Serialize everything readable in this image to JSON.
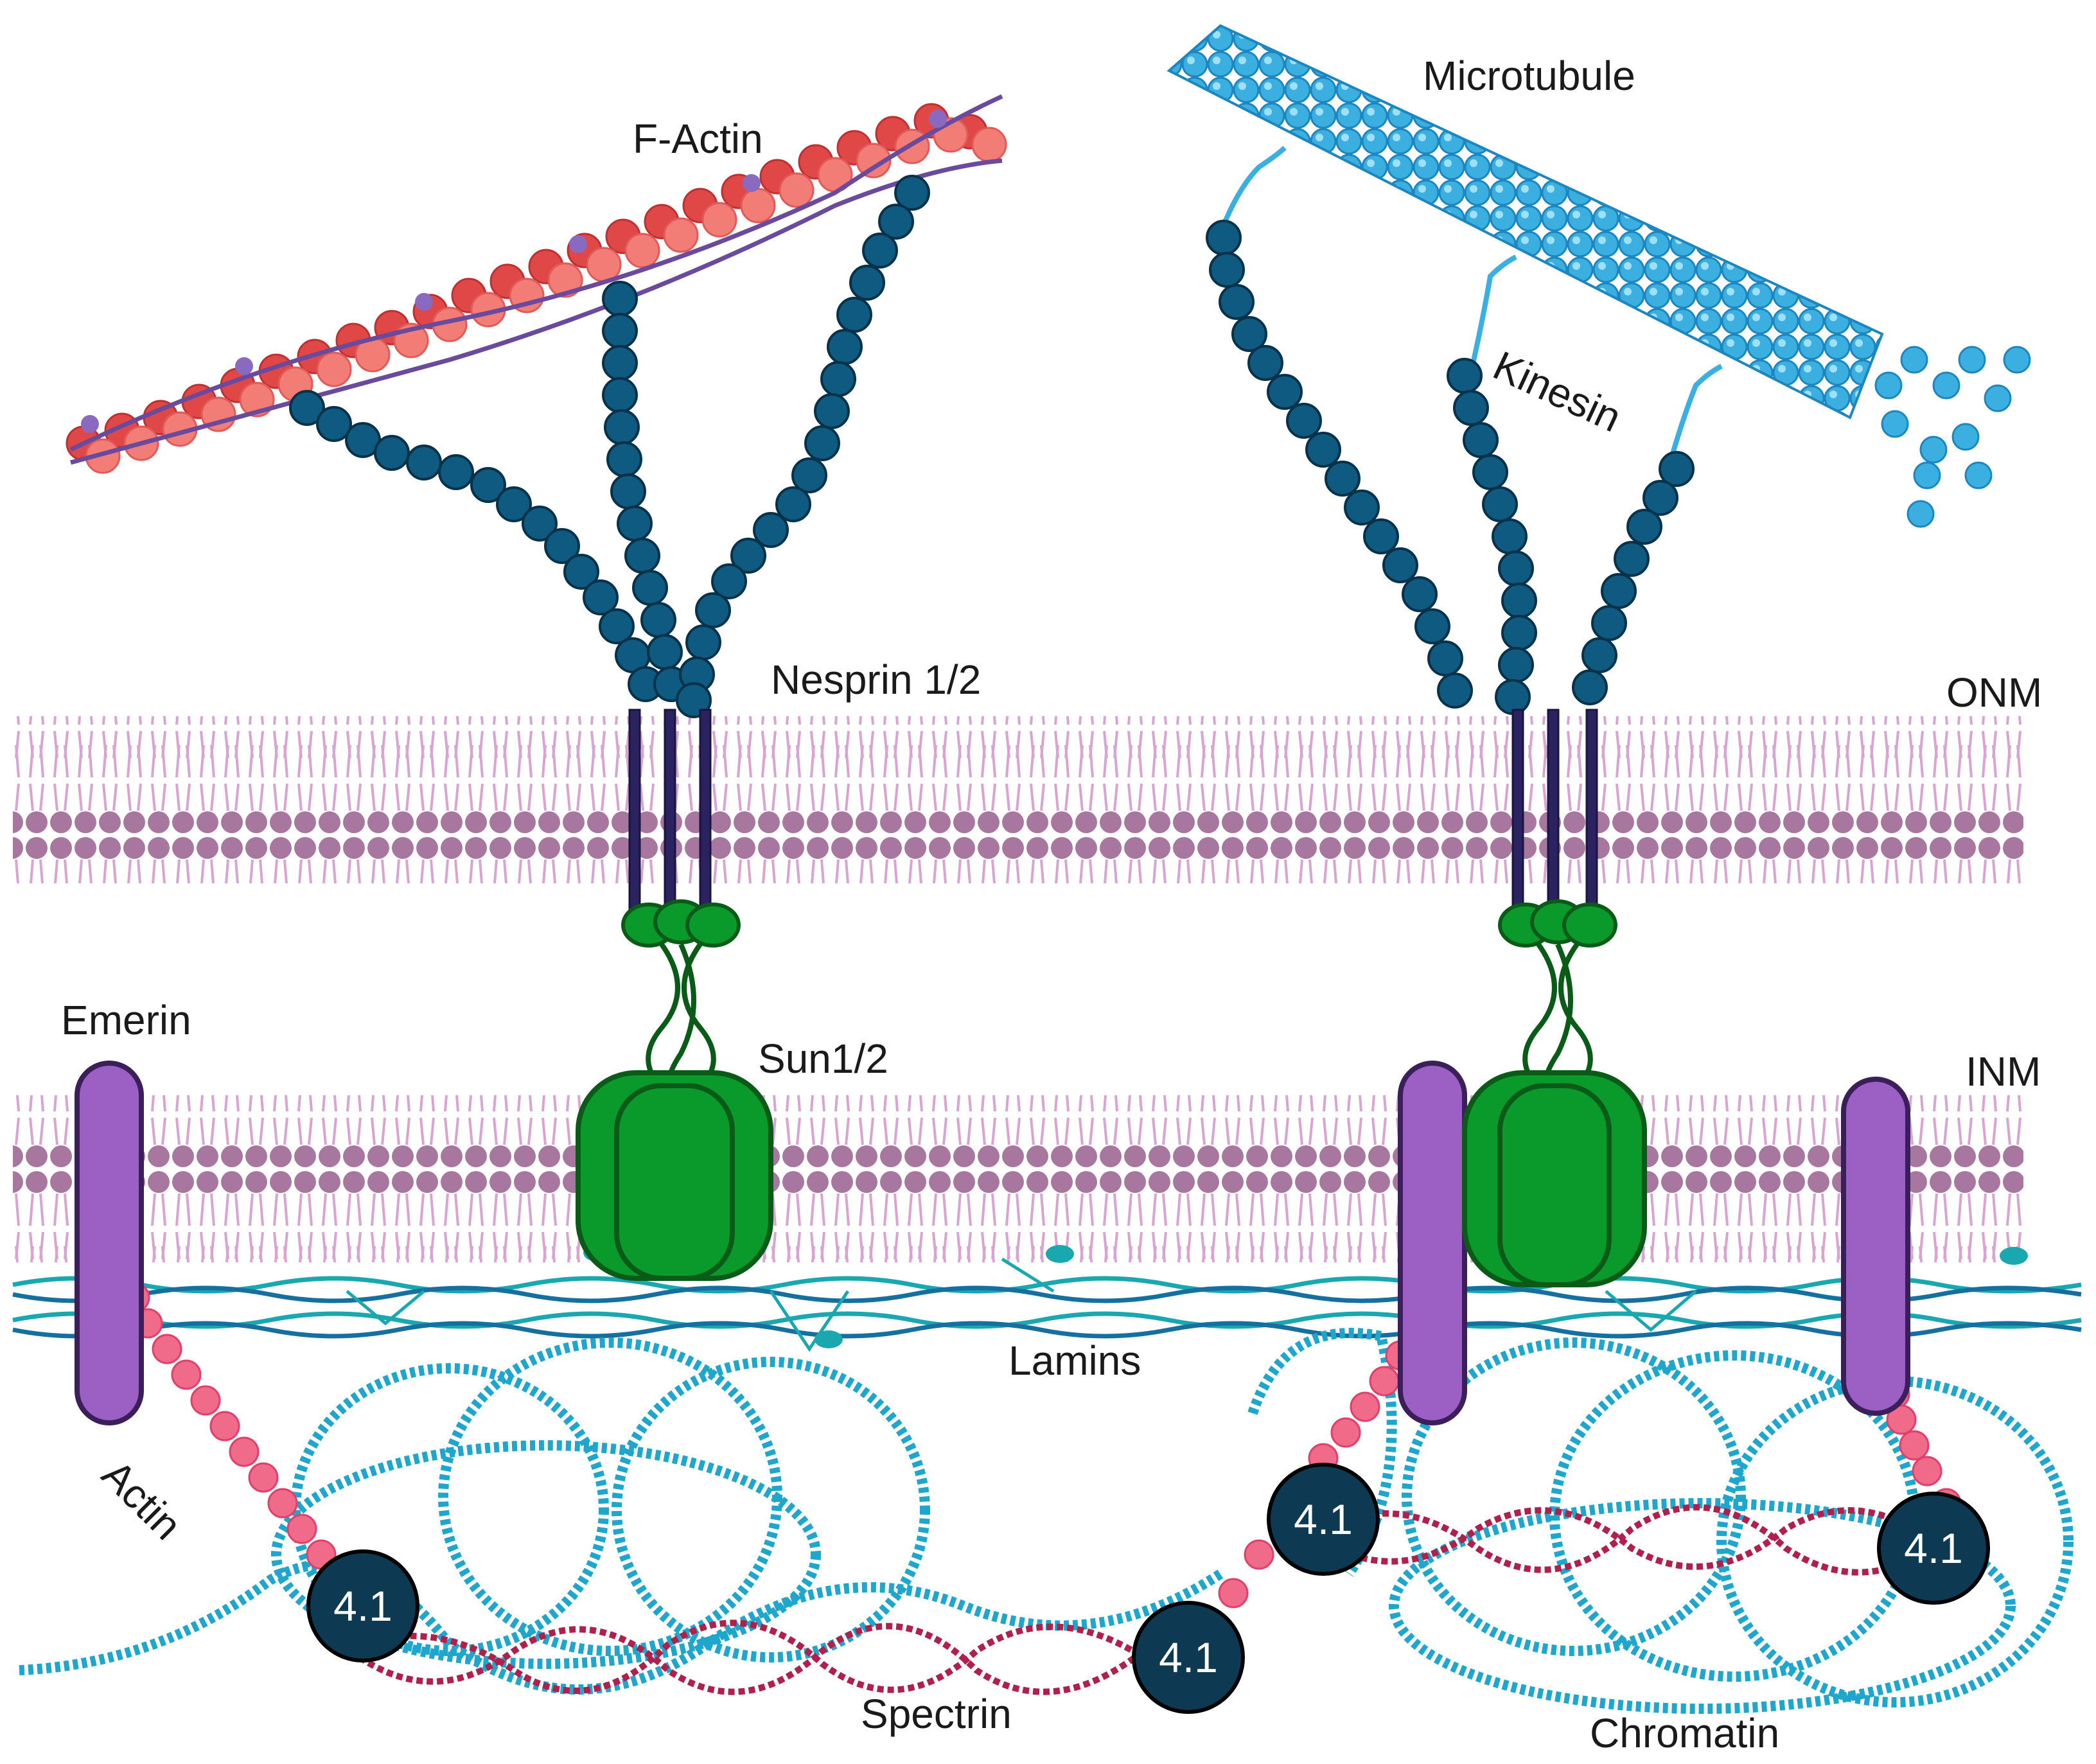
{
  "labels": {
    "f_actin": "F-Actin",
    "microtubule": "Microtubule",
    "kinesin": "Kinesin",
    "nesprin": "Nesprin 1/2",
    "onm": "ONM",
    "emerin": "Emerin",
    "sun": "Sun1/2",
    "inm": "INM",
    "lamins": "Lamins",
    "actin": "Actin",
    "spectrin": "Spectrin",
    "chromatin": "Chromatin",
    "protein_41": "4.1"
  },
  "colors": {
    "background": "#ffffff",
    "f_actin_dark": "#e04848",
    "f_actin_light": "#f27c76",
    "tropomyosin": "#6a4a9c",
    "nesprin": "#0f5a80",
    "nesprin_tm": "#2b2260",
    "sun": "#0a9a2c",
    "sun_outline": "#0a5a18",
    "membrane_head": "#a8779f",
    "membrane_tail": "#d9a4d1",
    "emerin": "#9c5fc4",
    "emerin_outline": "#3b1f5a",
    "microtubule": "#3bb0e0",
    "lamin": "#1aa8b0",
    "chromatin": "#1ea6cc",
    "actin_short": "#f06a8a",
    "spectrin": "#b0204c",
    "badge": "#0d3a52"
  },
  "icons": [
    "actin-filament",
    "microtubule",
    "kinesin-motor",
    "nesprin-chain",
    "sun-trimer",
    "emerin-protein",
    "lipid-bilayer",
    "lamin-network",
    "chromatin-loop",
    "spectrin-helix",
    "protein-4-1-badge"
  ]
}
